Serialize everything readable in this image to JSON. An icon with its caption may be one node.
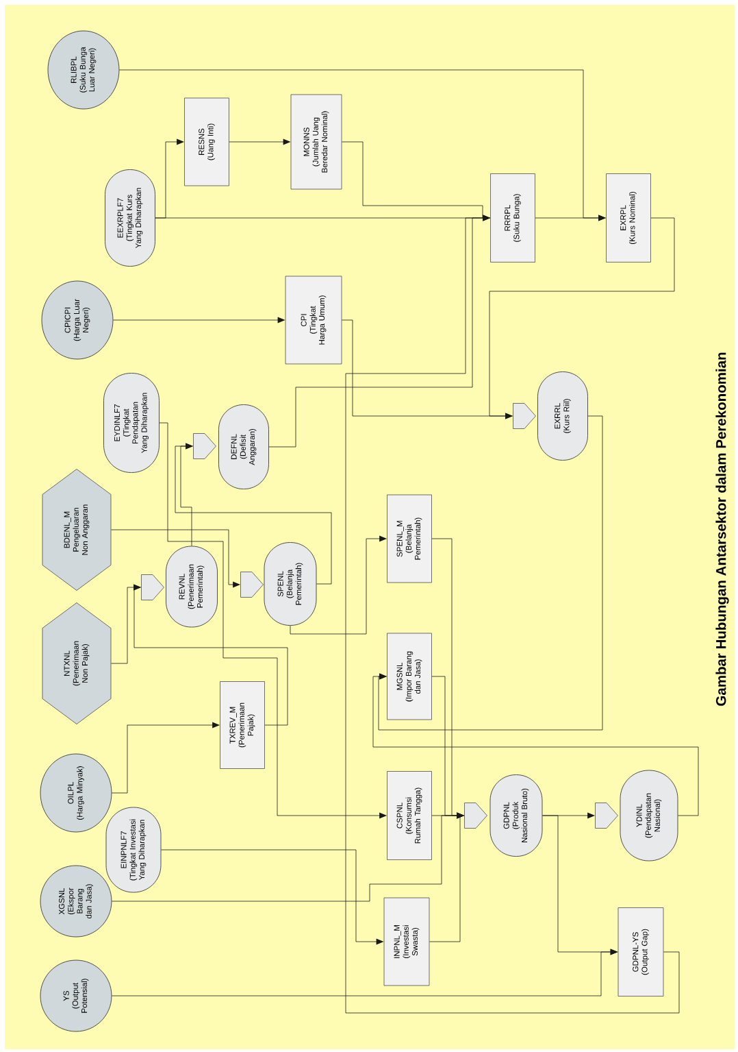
{
  "diagram": {
    "title": "Gambar Hubungan Antarsektor dalam Perekonomian",
    "nodes": [
      {
        "text": [
          "RLIBPL",
          "(Suku Bunga Luar Negeri)"
        ]
      },
      {
        "text": [
          "RESNS",
          "(Uang Inti)"
        ]
      },
      {
        "text": [
          "MONNS",
          "(Jumlah Uang Beredar Nominal)"
        ]
      },
      {
        "text": [
          "EEXRPLF7",
          "(Tingkat Kurs Yang Diharapkan"
        ]
      },
      {
        "text": [
          "RRRPL",
          "(Suku Bunga)"
        ]
      },
      {
        "text": [
          "EXRPL",
          "(Kurs Nominal)"
        ]
      },
      {
        "text": [
          "CPICPI",
          "(Harga Luar Negeri)"
        ]
      },
      {
        "text": [
          "CPI",
          "(Tingkat Harga Umum)"
        ]
      },
      {
        "text": [
          "EYDINLF7",
          "(Tingkat Pendapatan Yang Diharapkan"
        ]
      },
      {
        "text": [
          "DEFNL",
          "(Defisit Anggaran)"
        ]
      },
      {
        "text": [],
        "shape": "pentagon"
      },
      {
        "text": [
          "EXRRL",
          "(Kurs Riil)"
        ]
      },
      {
        "text": [],
        "shape": "pentagon"
      },
      {
        "text": [
          "BDENL_M",
          "Pengeluaran Non Anggaran"
        ]
      },
      {
        "text": [
          "REVNL",
          "(Penerimaan Pemerintah)"
        ]
      },
      {
        "text": [],
        "shape": "pentagon"
      },
      {
        "text": [
          "SPENL",
          "(Belanja Pemerintah)"
        ]
      },
      {
        "text": [],
        "shape": "pentagon"
      },
      {
        "text": [
          "SPENL_M",
          "(Belanja Pemerintah)"
        ]
      },
      {
        "text": [
          "NTXNL",
          "(Penerimaan Non Pajak)"
        ]
      },
      {
        "text": [
          "MGSNL",
          "(Impor Barang dan Jasa)"
        ]
      },
      {
        "text": [
          "TXREV_M",
          "(Penerimaan Pajak)"
        ]
      },
      {
        "text": [
          "OILPL",
          "(Harga Minyak)"
        ]
      },
      {
        "text": [
          "EINPNLF7",
          "(Tingkat Investasi Yang Diharapkan"
        ]
      },
      {
        "text": [
          "CSPNL",
          "(Konsumsi Rumah Tangga)"
        ]
      },
      {
        "text": [
          "GDPNL",
          "(Produk Nasional Bruto)"
        ]
      },
      {
        "text": [],
        "shape": "pentagon"
      },
      {
        "text": [
          "YDINL",
          "(Pendapatan Nasional)"
        ]
      },
      {
        "text": [],
        "shape": "pentagon"
      },
      {
        "text": [
          "XGSNL",
          "(Ekspor Barang dan Jasa)"
        ]
      },
      {
        "text": [
          "INPNL_M",
          "(Investasi Swasta)"
        ]
      },
      {
        "text": [
          "GDPNL-YS",
          "(Output Gap)"
        ]
      },
      {
        "text": [
          "YS",
          "(Output Potensial)"
        ]
      }
    ],
    "edges": [
      {
        "from": 0,
        "to": 5,
        "arrow": "to"
      },
      {
        "from": 3,
        "to": 1,
        "arrow": "to"
      },
      {
        "from": 1,
        "to": 2,
        "arrow": "to"
      },
      {
        "from": 3,
        "to": 4,
        "arrow": "to"
      },
      {
        "from": 2,
        "to": 4,
        "arrow": "to"
      },
      {
        "from": 4,
        "to": 5,
        "arrow": "to"
      },
      {
        "from": 6,
        "to": 7,
        "arrow": "to"
      },
      {
        "from": 7,
        "to": 12,
        "arrow": "to"
      },
      {
        "from": 5,
        "to": 12,
        "arrow": "to"
      },
      {
        "from": 14,
        "to": 10,
        "arrow": "to"
      },
      {
        "from": 16,
        "to": 10,
        "arrow": "to"
      },
      {
        "from": 9,
        "to": 4,
        "arrow": "to"
      },
      {
        "from": 19,
        "to": 15,
        "arrow": "to"
      },
      {
        "from": 13,
        "to": 17,
        "arrow": "to"
      },
      {
        "from": 8,
        "to": 24,
        "arrow": "to"
      },
      {
        "from": 21,
        "to": 15,
        "arrow": "to"
      },
      {
        "from": 22,
        "to": 21,
        "arrow": "to"
      },
      {
        "from": 23,
        "to": 30,
        "arrow": "to"
      },
      {
        "from": 16,
        "to": 18,
        "arrow": "to"
      },
      {
        "from": 18,
        "to": 26,
        "arrow": "to"
      },
      {
        "from": 20,
        "to": 26,
        "arrow": "to"
      },
      {
        "from": 24,
        "to": 26,
        "arrow": "to"
      },
      {
        "from": 30,
        "to": 26,
        "arrow": "to"
      },
      {
        "from": 29,
        "to": 26,
        "arrow": "to"
      },
      {
        "from": 25,
        "to": 28,
        "arrow": "to"
      },
      {
        "from": 25,
        "to": 31,
        "arrow": "to"
      },
      {
        "from": 32,
        "to": 31,
        "arrow": "to"
      },
      {
        "from": 27,
        "to": 20,
        "arrow": "to"
      },
      {
        "from": 11,
        "to": 20,
        "arrow": "to"
      },
      {
        "from": 31,
        "to": 4,
        "arrow": "to"
      }
    ]
  }
}
